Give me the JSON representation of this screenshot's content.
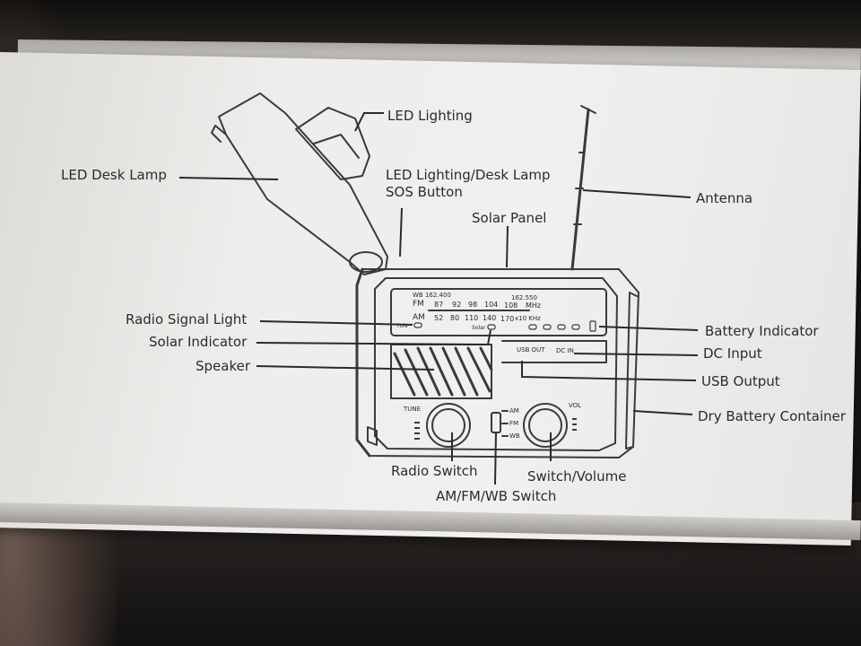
{
  "labels": {
    "led_lighting": "LED Lighting",
    "led_desk_lamp": "LED Desk Lamp",
    "led_sos_line1": "LED Lighting/Desk Lamp",
    "led_sos_line2": "SOS Button",
    "solar_panel": "Solar Panel",
    "antenna": "Antenna",
    "radio_signal_light": "Radio Signal Light",
    "solar_indicator": "Solar Indicator",
    "speaker": "Speaker",
    "battery_indicator": "Battery Indicator",
    "dc_input": "DC Input",
    "usb_output": "USB Output",
    "dry_battery_container": "Dry Battery Container",
    "radio_switch": "Radio Switch",
    "amfmwb_switch": "AM/FM/WB Switch",
    "switch_volume": "Switch/Volume"
  },
  "dial": {
    "wb_start": "WB 162.400",
    "wb_end": "162.550",
    "fm": "FM",
    "fm_values": [
      "87",
      "92",
      "98",
      "104",
      "108"
    ],
    "fm_unit": "MHz",
    "am": "AM",
    "am_values": [
      "52",
      "80",
      "110",
      "140",
      "170"
    ],
    "am_unit": "x10 KHz",
    "tun": "TUN",
    "solar": "Solar"
  },
  "ports": {
    "usb_out": "USB OUT",
    "dc_in": "DC IN"
  },
  "knobs": {
    "tune": "TUNE",
    "vol": "VOL"
  },
  "band_switch": [
    "AM",
    "FM",
    "WB"
  ],
  "colors": {
    "ink": "#2b2b2b",
    "box": "#efeeec",
    "background": "#161514"
  }
}
